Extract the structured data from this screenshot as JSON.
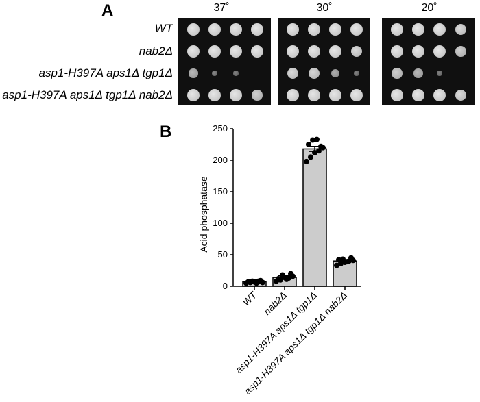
{
  "panel_a": {
    "letter": "A",
    "temperatures": [
      "37˚",
      "30˚",
      "20˚"
    ],
    "strains": [
      "WT",
      "nab2Δ",
      "asp1-H397A aps1Δ tgp1Δ",
      "asp1-H397A aps1Δ tgp1Δ nab2Δ"
    ],
    "growth_levels": [
      [
        [
          1,
          1,
          1,
          1
        ],
        [
          1,
          1,
          1,
          1
        ],
        [
          0.6,
          0.15,
          0.1,
          0
        ],
        [
          1,
          1,
          1,
          0.8
        ]
      ],
      [
        [
          1,
          1,
          1,
          1
        ],
        [
          1,
          1,
          1,
          0.9
        ],
        [
          0.9,
          0.85,
          0.5,
          0.1
        ],
        [
          1,
          1,
          1,
          1
        ]
      ],
      [
        [
          1,
          1,
          1,
          0.9
        ],
        [
          1,
          1,
          1,
          0.8
        ],
        [
          0.8,
          0.6,
          0.1,
          0
        ],
        [
          1,
          1,
          1,
          0.9
        ]
      ]
    ]
  },
  "panel_b": {
    "letter": "B"
  },
  "chart_data": {
    "type": "bar",
    "ylabel": "Acid phosphatase",
    "ylim": [
      0,
      250
    ],
    "yticks": [
      0,
      50,
      100,
      150,
      200,
      250
    ],
    "categories": [
      "WT",
      "nab2Δ",
      "asp1-H397A aps1Δ tgp1Δ",
      "asp1-H397A aps1Δ tgp1Δ nab2Δ"
    ],
    "values": [
      7,
      14,
      218,
      40
    ],
    "errors": [
      1,
      3,
      4,
      2
    ],
    "points": [
      [
        5,
        6,
        7,
        8,
        6,
        7,
        8,
        5,
        9
      ],
      [
        8,
        10,
        14,
        13,
        16,
        12,
        18,
        11,
        20
      ],
      [
        198,
        205,
        212,
        215,
        220,
        225,
        232,
        233,
        222
      ],
      [
        33,
        36,
        38,
        40,
        41,
        42,
        43,
        39,
        45
      ]
    ],
    "bar_color": "#cccccc",
    "point_color": "#000000"
  }
}
